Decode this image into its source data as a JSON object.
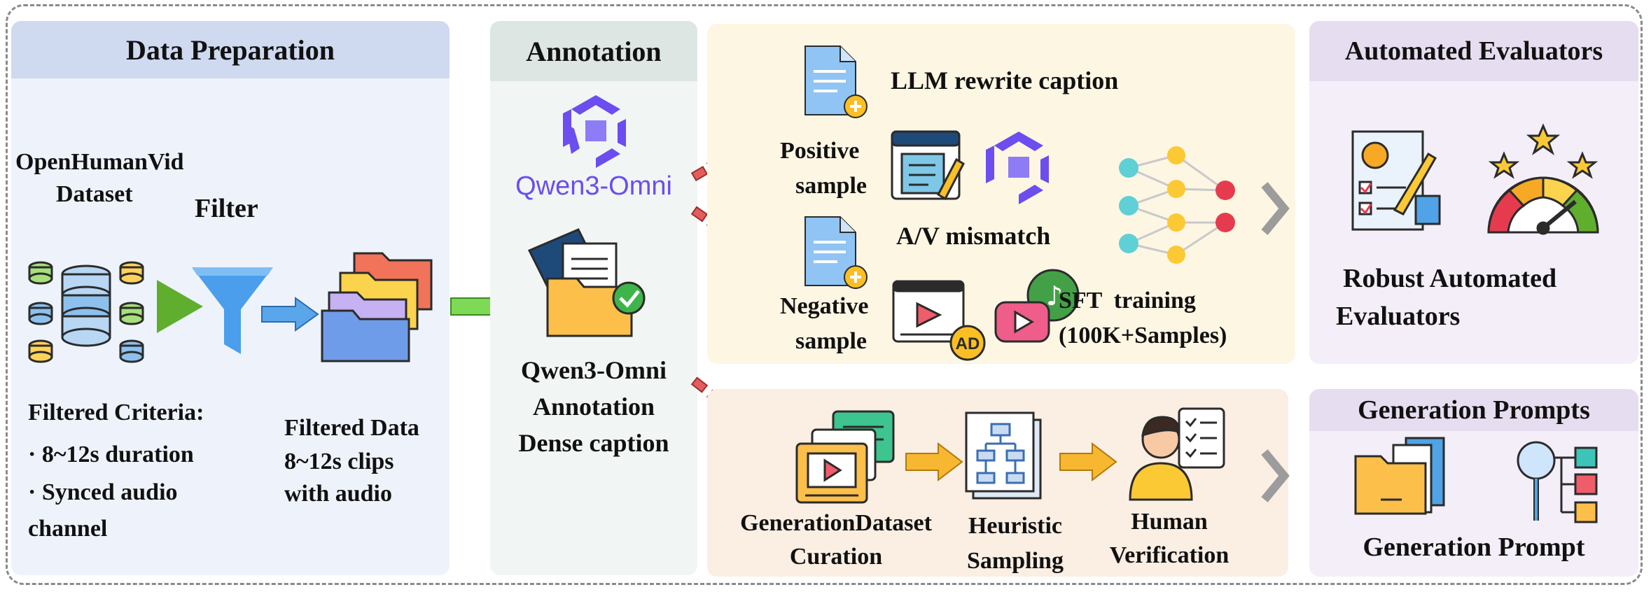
{
  "data_preparation": {
    "header": "Data Preparation",
    "dataset_line1": "OpenHumanVid",
    "dataset_line2": "Dataset",
    "filter": "Filter",
    "criteria_title": "Filtered Criteria:",
    "criteria_item1": "· 8~12s duration",
    "criteria_item2": "· Synced audio",
    "criteria_item2b": "channel",
    "filtered_data_line1": "Filtered Data",
    "filtered_data_line2": "8~12s clips",
    "filtered_data_line3": "with audio"
  },
  "annotation": {
    "header": "Annotation",
    "logo_text": "Qwen3-Omni",
    "caption_line1": "Qwen3-Omni",
    "caption_line2": "Annotation",
    "caption_line3": "Dense caption"
  },
  "evaluator_training": {
    "llm_rewrite": "LLM rewrite caption",
    "positive_line1": "Positive",
    "positive_line2": "sample",
    "av_mismatch": "A/V mismatch",
    "negative_line1": "Negative",
    "negative_line2": "sample",
    "ad_badge": "AD",
    "sft_line1": "SFT  training",
    "sft_line2": "(100K+Samples)"
  },
  "generation_curation": {
    "curation_line1": "GenerationDataset",
    "curation_line2": "Curation",
    "heuristic_line1": "Heuristic",
    "heuristic_line2": "Sampling",
    "human_line1": "Human",
    "human_line2": "Verification"
  },
  "automated_evaluators": {
    "header": "Automated Evaluators",
    "caption_line1": "Robust Automated",
    "caption_line2": "Evaluators"
  },
  "generation_prompts": {
    "header": "Generation Prompts",
    "caption": "Generation Prompt"
  },
  "colors": {
    "prep_bg": "#eef3fb",
    "prep_header": "#cfd9f0",
    "annot_bg": "#f1f5f3",
    "annot_header": "#dde6e2",
    "yellow_panel": "#fdf6e3",
    "peach_panel": "#fbeee3",
    "eval_header": "#e6ddf0",
    "red_arrow": "#e45d5d",
    "green_arrow": "#7ed957",
    "orange_arrow": "#f7b731",
    "blue_arrow": "#5aa6ea"
  }
}
